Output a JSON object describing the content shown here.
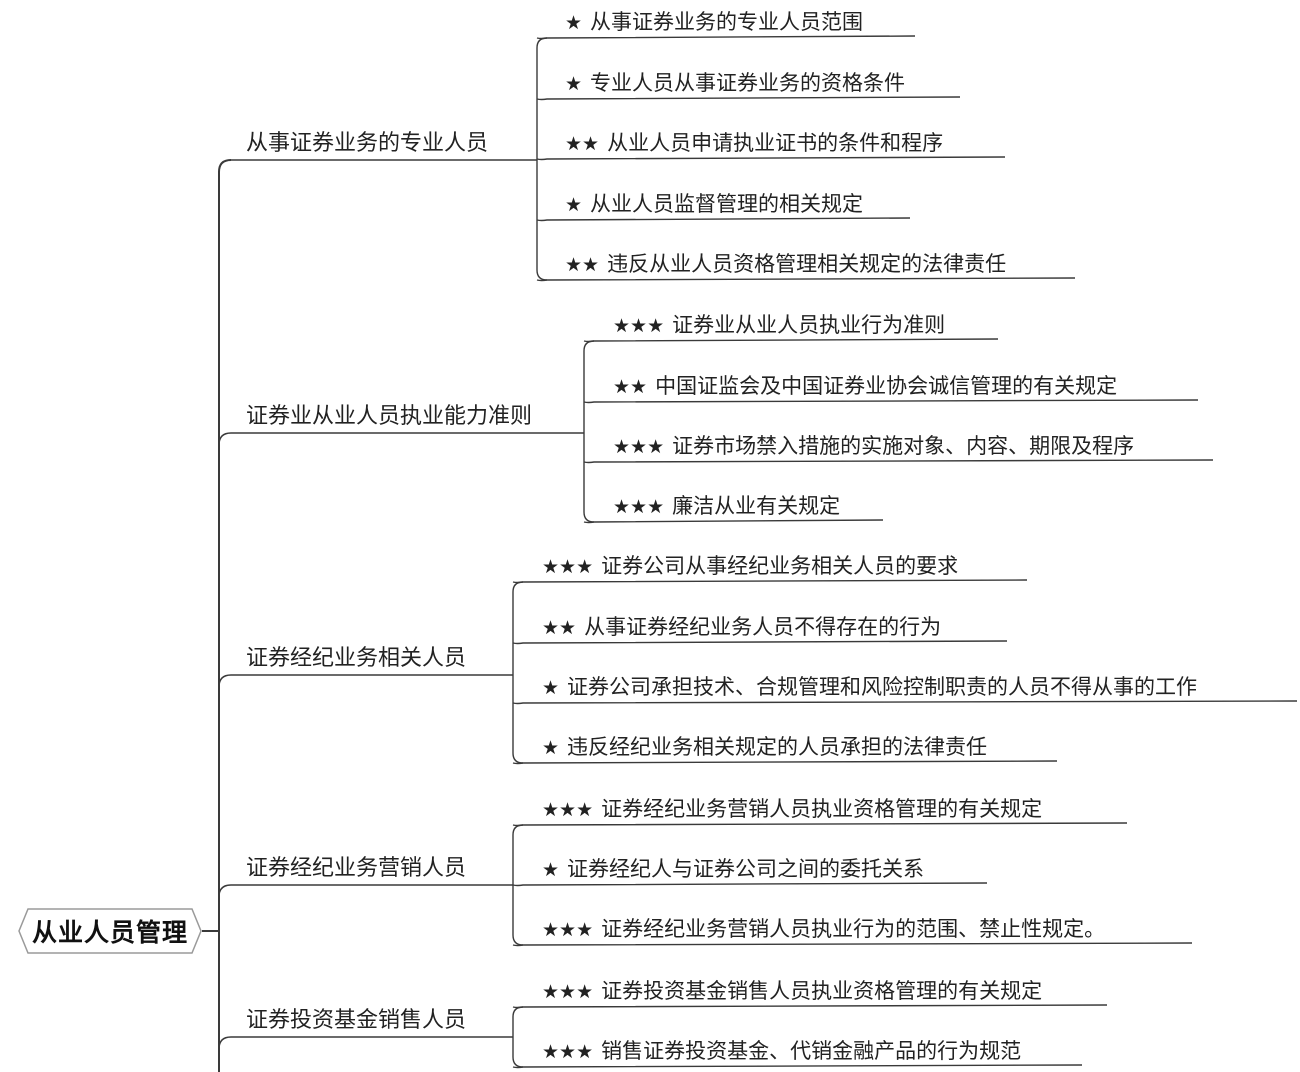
{
  "root": {
    "label": "从业人员管理"
  },
  "branches": [
    {
      "label": "从事证券业务的专业人员",
      "leaves": [
        {
          "stars": "★",
          "label": "从事证券业务的专业人员范围"
        },
        {
          "stars": "★",
          "label": "专业人员从事证券业务的资格条件"
        },
        {
          "stars": "★★",
          "label": "从业人员申请执业证书的条件和程序"
        },
        {
          "stars": "★",
          "label": "从业人员监督管理的相关规定"
        },
        {
          "stars": "★★",
          "label": "违反从业人员资格管理相关规定的法律责任"
        }
      ]
    },
    {
      "label": "证券业从业人员执业能力准则",
      "leaves": [
        {
          "stars": "★★★",
          "label": "证券业从业人员执业行为准则"
        },
        {
          "stars": "★★",
          "label": "中国证监会及中国证券业协会诚信管理的有关规定"
        },
        {
          "stars": "★★★",
          "label": "证券市场禁入措施的实施对象、内容、期限及程序"
        },
        {
          "stars": "★★★",
          "label": "廉洁从业有关规定"
        }
      ]
    },
    {
      "label": "证券经纪业务相关人员",
      "leaves": [
        {
          "stars": "★★★",
          "label": "证券公司从事经纪业务相关人员的要求"
        },
        {
          "stars": "★★",
          "label": "从事证券经纪业务人员不得存在的行为"
        },
        {
          "stars": "★",
          "label": "证券公司承担技术、合规管理和风险控制职责的人员不得从事的工作"
        },
        {
          "stars": "★",
          "label": "违反经纪业务相关规定的人员承担的法律责任"
        }
      ]
    },
    {
      "label": "证券经纪业务营销人员",
      "leaves": [
        {
          "stars": "★★★",
          "label": "证券经纪业务营销人员执业资格管理的有关规定"
        },
        {
          "stars": "★",
          "label": "证券经纪人与证券公司之间的委托关系"
        },
        {
          "stars": "★★★",
          "label": "证券经纪业务营销人员执业行为的范围、禁止性规定。"
        }
      ]
    },
    {
      "label": "证券投资基金销售人员",
      "leaves": [
        {
          "stars": "★★★",
          "label": "证券投资基金销售人员执业资格管理的有关规定"
        },
        {
          "stars": "★★★",
          "label": "销售证券投资基金、代销金融产品的行为规范"
        }
      ]
    }
  ]
}
